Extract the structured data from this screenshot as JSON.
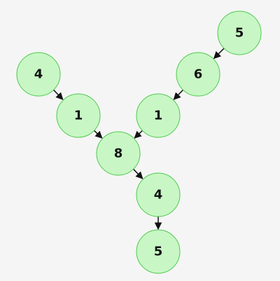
{
  "colors": {
    "background": "#f5f5f5",
    "node_fill": "#c8f7c5",
    "node_stroke": "#4cc94c",
    "edge": "#111111",
    "text": "#111111"
  },
  "nodes": [
    {
      "id": "n1",
      "label": "5"
    },
    {
      "id": "n2",
      "label": "6"
    },
    {
      "id": "n3",
      "label": "4"
    },
    {
      "id": "n4",
      "label": "1"
    },
    {
      "id": "n5",
      "label": "1"
    },
    {
      "id": "n6",
      "label": "8"
    },
    {
      "id": "n7",
      "label": "4"
    },
    {
      "id": "n8",
      "label": "5"
    }
  ],
  "edges": [
    {
      "from": "n1",
      "to": "n2"
    },
    {
      "from": "n2",
      "to": "n5"
    },
    {
      "from": "n3",
      "to": "n4"
    },
    {
      "from": "n4",
      "to": "n6"
    },
    {
      "from": "n5",
      "to": "n6"
    },
    {
      "from": "n6",
      "to": "n7"
    },
    {
      "from": "n7",
      "to": "n8"
    }
  ]
}
